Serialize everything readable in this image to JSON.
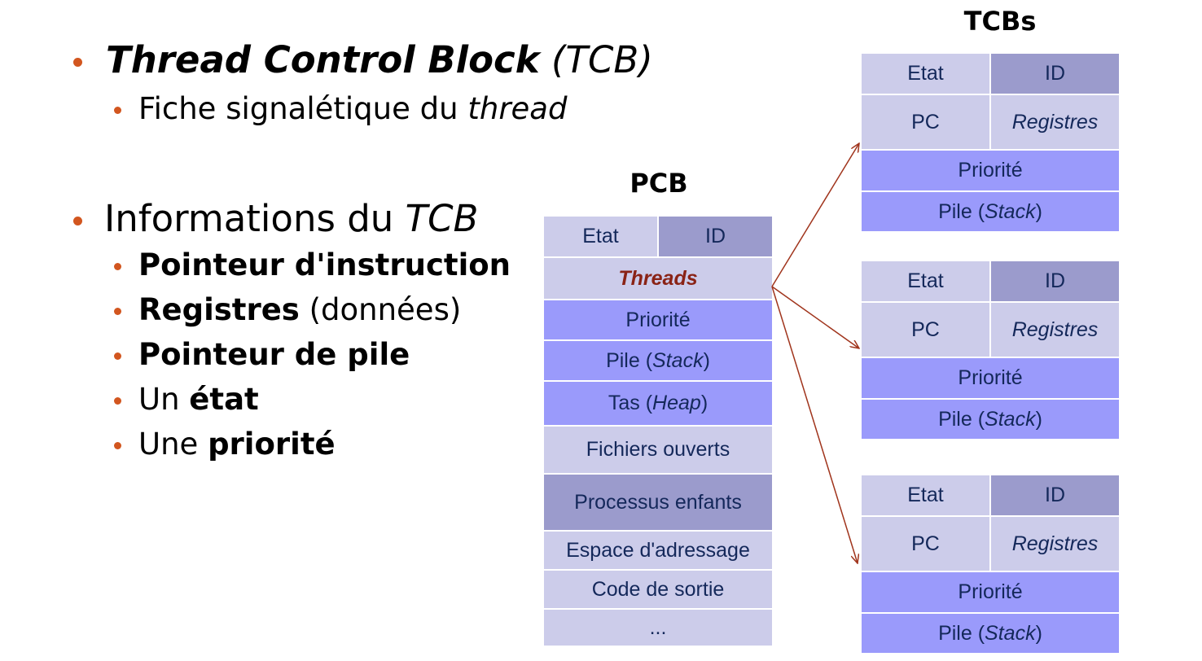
{
  "bullets": {
    "tcb_title_bold": "Thread Control Block",
    "tcb_title_rest": "(TCB)",
    "fiche_text": "Fiche signalétique du ",
    "fiche_italic": "thread",
    "info_text": "Informations du ",
    "info_italic": "TCB",
    "sub": {
      "pointeur_instruction": "Pointeur d'instruction",
      "registres_bold": "Registres",
      "registres_rest": " (données)",
      "pointeur_pile": "Pointeur de pile",
      "un_prefix": "Un ",
      "etat_bold": "état",
      "une_prefix": "Une ",
      "priorite_bold": "priorité"
    }
  },
  "pcb": {
    "title": "PCB",
    "etat": "Etat",
    "id": "ID",
    "threads": "Threads",
    "priorite": "Priorité",
    "pile_prefix": "Pile (",
    "pile_italic": "Stack",
    "pile_suffix": ")",
    "tas_prefix": "Tas (",
    "tas_italic": "Heap",
    "tas_suffix": ")",
    "fichiers": "Fichiers ouverts",
    "processus": "Processus enfants",
    "espace": "Espace d'adressage",
    "code": "Code de sortie",
    "dots": "..."
  },
  "tcbs": {
    "title": "TCBs",
    "blocks": [
      {
        "etat": "Etat",
        "id": "ID",
        "pc": "PC",
        "registres": "Registres",
        "priorite": "Priorité",
        "pile_prefix": "Pile (",
        "pile_italic": "Stack",
        "pile_suffix": ")"
      },
      {
        "etat": "Etat",
        "id": "ID",
        "pc": "PC",
        "registres": "Registres",
        "priorite": "Priorité",
        "pile_prefix": "Pile (",
        "pile_italic": "Stack",
        "pile_suffix": ")"
      },
      {
        "etat": "Etat",
        "id": "ID",
        "pc": "PC",
        "registres": "Registres",
        "priorite": "Priorité",
        "pile_prefix": "Pile (",
        "pile_italic": "Stack",
        "pile_suffix": ")"
      }
    ]
  },
  "colors": {
    "bullet": "#d2561f",
    "light_cell": "#ccccea",
    "mid_cell": "#9b9bcc",
    "blue_cell": "#9a9afb",
    "cell_text": "#14285a",
    "threads_text": "#8a2316",
    "arrow": "#a0341c"
  }
}
